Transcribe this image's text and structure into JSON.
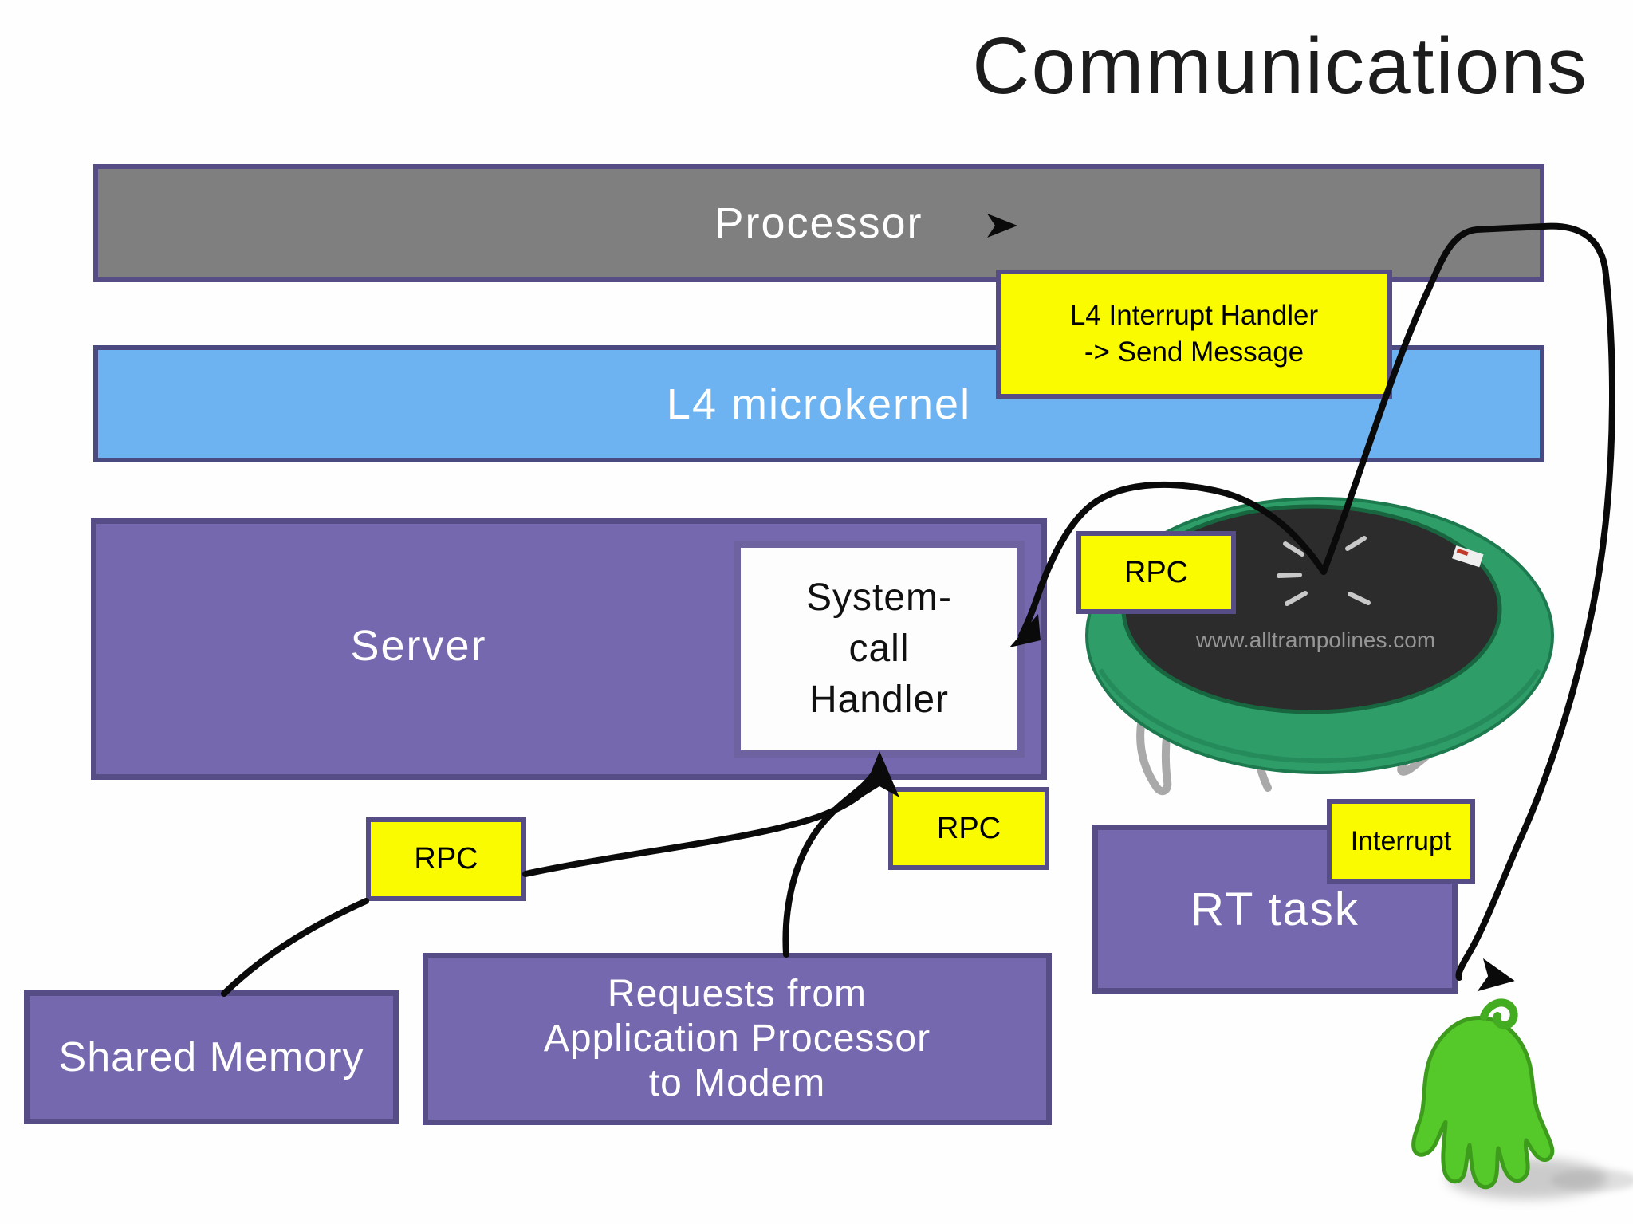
{
  "title": "Communications",
  "bars": {
    "processor": "Processor",
    "microkernel": "L4 microkernel"
  },
  "server": {
    "label": "Server"
  },
  "syscall_handler": {
    "lines": [
      "System-",
      "call",
      "Handler"
    ]
  },
  "interrupt_handler": {
    "lines": [
      "L4 Interrupt Handler",
      "-> Send Message"
    ]
  },
  "rt_task": {
    "label": "RT task"
  },
  "shared_memory": {
    "label": "Shared Memory"
  },
  "requests": {
    "lines": [
      "Requests from",
      "Application Processor",
      "to Modem"
    ]
  },
  "callouts": {
    "rpc_trampoline": "RPC",
    "rpc_server": "RPC",
    "rpc_shared": "RPC",
    "interrupt": "Interrupt"
  },
  "trampoline": {
    "watermark": "www.alltrampolines.com"
  },
  "icons": {
    "processor_flow_arrow": "right-arrowhead",
    "rt_flow_arrow": "right-arrowhead",
    "syscall_arrow": "down-left-arrowhead",
    "server_entry_arrow": "up-arrowhead"
  },
  "colors": {
    "purple_fill": "#7568ae",
    "purple_border": "#564c86",
    "gray_fill": "#7f7f7f",
    "blue_fill": "#6db3f2",
    "yellow_fill": "#fbfb00",
    "line_black": "#0a0a0a",
    "trampoline_green": "#2e9d68",
    "hand_green": "#55c82a"
  }
}
